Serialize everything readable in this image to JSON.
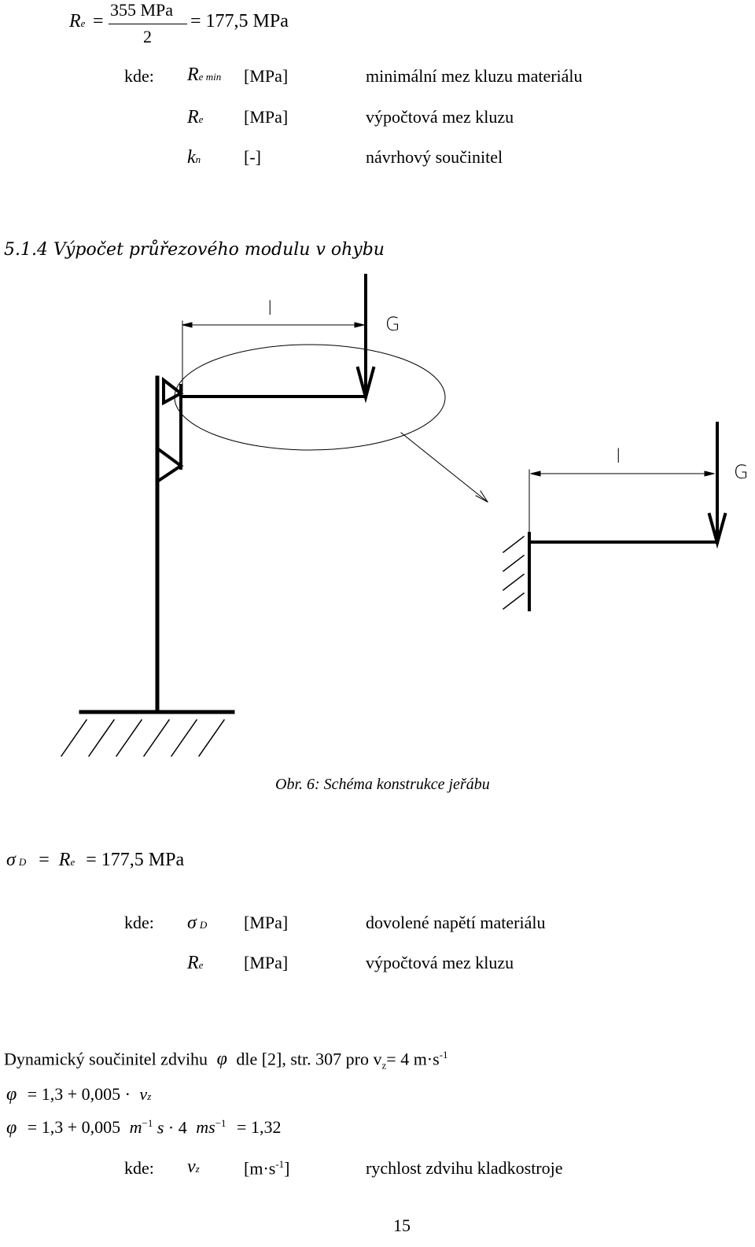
{
  "eq1": {
    "lhs_sym": "R",
    "lhs_sub": "e",
    "eq": "=",
    "num": "355 MPa",
    "den": "2",
    "rhs": "= 177,5 MPa"
  },
  "legend1": {
    "kde": "kde:",
    "rows": [
      {
        "sym": "R",
        "sub": "e min",
        "unit": "[MPa]",
        "desc": "minimální mez kluzu materiálu"
      },
      {
        "sym": "R",
        "sub": "e",
        "unit": "[MPa]",
        "desc": "výpočtová mez kluzu"
      },
      {
        "sym": "k",
        "sub": "n",
        "unit": "[-]",
        "desc": "návrhový součinitel"
      }
    ]
  },
  "section_heading": "5.1.4 Výpočet průřezového modulu v ohybu",
  "figure": {
    "label_l1": "l",
    "label_g1": "G",
    "label_l2": "l",
    "label_g2": "G",
    "caption": "Obr. 6: Schéma konstrukce jeřábu"
  },
  "eq2": {
    "sym": "σ",
    "sub": "D",
    "eq1": "=",
    "re": "R",
    "re_sub": "e",
    "rhs": "= 177,5 MPa"
  },
  "legend2": {
    "kde": "kde:",
    "rows": [
      {
        "sym": "σ",
        "sub": "D",
        "unit": "[MPa]",
        "desc": "dovolené napětí materiálu"
      },
      {
        "sym": "R",
        "sub": "e",
        "unit": "[MPa]",
        "desc": "výpočtová mez kluzu"
      }
    ]
  },
  "dyn": {
    "text1": "Dynamický součinitel zdvihu",
    "phi": "φ",
    "text2": "dle [2], str. 307 pro v",
    "vsub": "z",
    "text3": "= 4 m·s",
    "sup": "-1"
  },
  "eq3": {
    "phi": "φ",
    "body": "= 1,3 + 0,005 ·",
    "v": "v",
    "vsub": "z"
  },
  "eq4": {
    "phi": "φ",
    "body1": "= 1,3 + 0,005",
    "m": "m",
    "sup1": "−1",
    "s": "s",
    "body2": "· 4",
    "ms": "ms",
    "sup2": "−1",
    "rhs": "= 1,32"
  },
  "legend3": {
    "kde": "kde:",
    "sym": "v",
    "sub": "z",
    "unit": "[m·s",
    "unit_sup": "-1",
    "unit_end": "]",
    "desc": "rychlost zdvihu kladkostroje"
  },
  "page_number": "15"
}
